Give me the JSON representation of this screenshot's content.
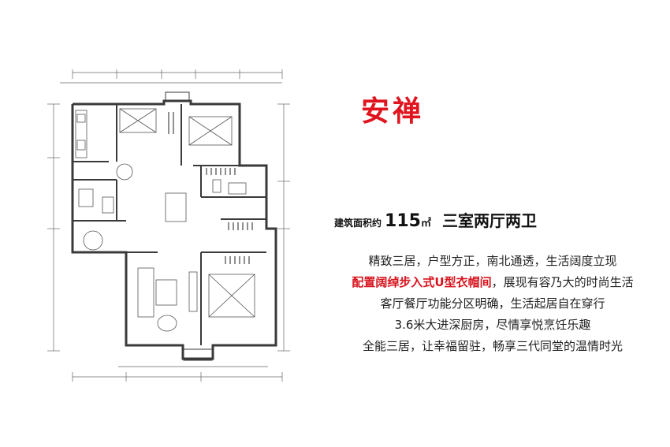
{
  "title": "安禅",
  "area": {
    "label": "建筑面积约",
    "value": "115",
    "unit": "㎡",
    "layout": "三室两厅两卫"
  },
  "description": {
    "line1": "精致三居，户型方正，南北通透，生活阔度立现",
    "line2_highlight": "配置阔绰步入式U型衣帽间",
    "line2_rest": "，展现有容乃大的时尚生活",
    "line3": "客厅餐厅功能分区明确，生活起居自在穿行",
    "line4": "3.6米大进深厨房，尽情享悦烹饪乐趣",
    "line5": "全能三居，让幸福留驻，畅享三代同堂的温情时光"
  },
  "colors": {
    "title": "#e0141e",
    "highlight": "#d7141e",
    "wall": "#3a3a3a"
  }
}
